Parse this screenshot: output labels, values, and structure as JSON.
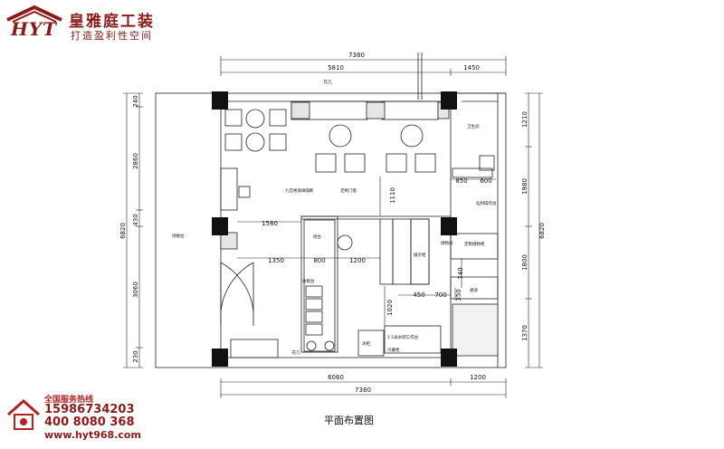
{
  "logo": {
    "brand_name": "皇雅庭工装",
    "slogan": "打造盈利性空间",
    "mark": "HYT",
    "color": "#8b1a1a"
  },
  "hotline": {
    "label": "全国服务热线",
    "phone1": "15986734203",
    "phone2": "400 8080 368",
    "website": "www.hyt968.com"
  },
  "plan": {
    "title": "平面布置图",
    "dims_top": {
      "total": "7380",
      "left_segment": "5810",
      "right_segment": "1450"
    },
    "dims_bottom": {
      "total": "7380",
      "left_segment": "6060",
      "right_segment": "1200"
    },
    "dims_left": {
      "total": "6820",
      "seg1": "240",
      "seg2": "2860",
      "seg3": "430",
      "seg4": "3060",
      "seg5": "230"
    },
    "dims_right": {
      "total": "6820",
      "seg1": "1210",
      "seg2": "1980",
      "seg3": "1800",
      "seg4": "1370"
    },
    "dims_inner": {
      "d1580": "1580",
      "d1350": "1350",
      "d800": "800",
      "d1200": "1200",
      "d1110": "1110",
      "d850": "850",
      "d600": "600",
      "d740": "740",
      "d450": "450",
      "d700": "700",
      "d1020": "1020",
      "d350": "350"
    },
    "labels": {
      "flower_stand_top": "花几",
      "flower_stand_bottom": "花几",
      "glass_door_left": "九宫格玻璃隔断",
      "glass_door_right": "定制门窗",
      "washroom": "卫生间",
      "plant_stand": "绿植台",
      "stone_counter": "石材操作台",
      "custom_cabinet": "定制储物柜",
      "storage": "储物间",
      "aisle": "通道",
      "bar_counter": "吧台",
      "cashier": "收银台",
      "display_shelf": "展示柜",
      "work_counter": "1.5米水吧工作台",
      "fridge": "冰柜",
      "cold_storage": "冷藏柜"
    }
  }
}
